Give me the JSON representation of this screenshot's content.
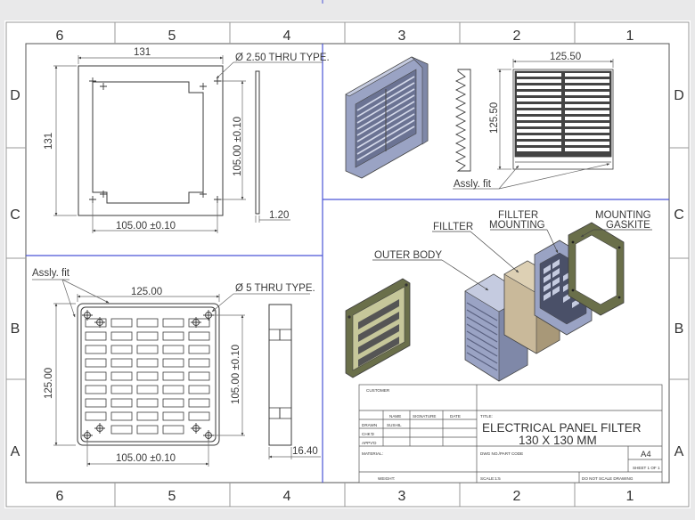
{
  "zone_numbers": [
    "6",
    "5",
    "4",
    "3",
    "2",
    "1"
  ],
  "zone_letters": [
    "D",
    "C",
    "B",
    "A"
  ],
  "views": {
    "front_plate": {
      "width_dim": "131",
      "height_dim": "131",
      "hole_note": "Ø 2.50 THRU TYPE.",
      "hole_spacing_h": "105.00 ±0.10",
      "hole_spacing_v": "105.00 ±0.10",
      "thickness_dim": "1.20"
    },
    "side_assembly": {
      "width_dim": "125.50",
      "height_dim": "125.50",
      "assembly_note": "Assly. fit"
    },
    "grille": {
      "assembly_note": "Assly. fit",
      "width_dim": "125.00",
      "height_dim": "125.00",
      "hole_note": "Ø 5 THRU TYPE.",
      "hole_spacing_h": "105.00 ±0.10",
      "hole_spacing_v": "105.00 ±0.10",
      "depth_dim": "16.40"
    },
    "exploded": {
      "outer_body": "OUTER BODY",
      "filter": "FILLTER",
      "filter_mounting_1": "FILLTER",
      "filter_mounting_2": "MOUNTING",
      "gasket_1": "MOUNTING",
      "gasket_2": "GASKITE"
    }
  },
  "title_block": {
    "customer_label": "CUSTOMER",
    "col_name": "NAME",
    "col_signature": "SIGNATURE",
    "col_date": "DATE",
    "row_drawn": "DRAWN",
    "drawn_by": "SUSHIL",
    "row_chkd": "CHK'D",
    "row_apprvd": "APPV'D",
    "material_label": "MATERIAL:",
    "weight_label": "WEIGHT:",
    "title_label": "TITLE:",
    "title_line1": "ELECTRICAL PANEL FILTER",
    "title_line2": "130 X 130 MM",
    "dwg_label": "DWG NO./PART CODE",
    "size": "A4",
    "sheet": "SHEET 1 OF 1",
    "scale": "SCALE:1:5",
    "no_scale": "DO NOT SCALE DRAWING"
  },
  "colors": {
    "line": "#4b4b4b",
    "divider": "#4a55d6",
    "body_blue": "#9aa3c4",
    "body_dark": "#5f6782",
    "filter_tan": "#c9b99a",
    "gasket": "#c6c79a"
  }
}
